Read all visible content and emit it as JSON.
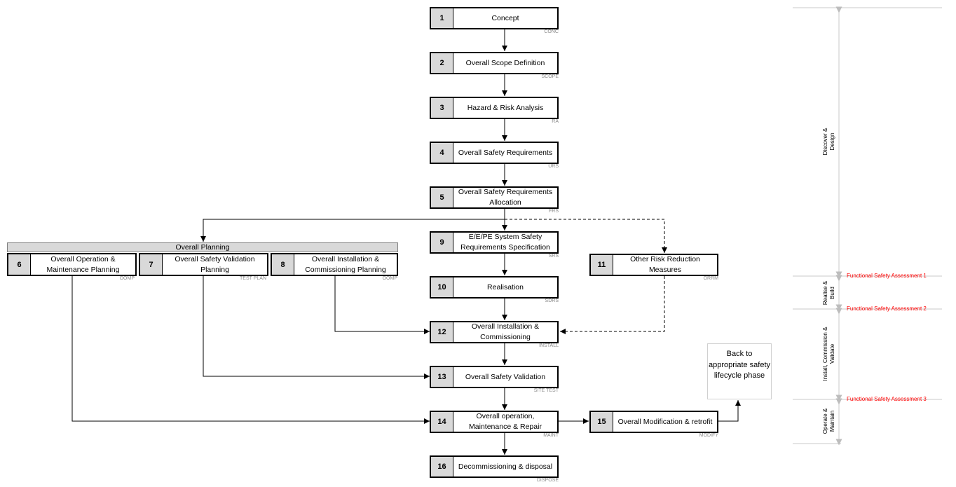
{
  "diagram": {
    "steps": [
      {
        "id": 1,
        "text": "Concept",
        "code": "CONC"
      },
      {
        "id": 2,
        "text": "Overall Scope Definition",
        "code": "SCOPE"
      },
      {
        "id": 3,
        "text": "Hazard & Risk Analysis",
        "code": "RA"
      },
      {
        "id": 4,
        "text": "Overall Safety Requirements",
        "code": "URS"
      },
      {
        "id": 5,
        "text": "Overall Safety Requirements Allocation",
        "code": "FRS"
      },
      {
        "id": 6,
        "text": "Overall Operation & Maintenance Planning",
        "code": "OOMP"
      },
      {
        "id": 7,
        "text": "Overall Safety Validation Planning",
        "code": "TEST PLAN"
      },
      {
        "id": 8,
        "text": "Overall Installation & Commissioning Planning",
        "code": "OOMP"
      },
      {
        "id": 9,
        "text": "E/E/PE System Safety Requirements Specification",
        "code": "SRS"
      },
      {
        "id": 10,
        "text": "Realisation",
        "code": "SDRS"
      },
      {
        "id": 11,
        "text": "Other Risk Reduction Measures",
        "code": "ORRM"
      },
      {
        "id": 12,
        "text": "Overall Installation & Commissioning",
        "code": "INSTALL"
      },
      {
        "id": 13,
        "text": "Overall Safety Validation",
        "code": "SITE TEST"
      },
      {
        "id": 14,
        "text": "Overall operation, Maintenance & Repair",
        "code": "MAINT"
      },
      {
        "id": 15,
        "text": "Overall Modification & retrofit",
        "code": "MODIFY"
      },
      {
        "id": 16,
        "text": "Decommissioning & disposal",
        "code": "DISPOSE"
      }
    ],
    "group_label": "Overall Planning",
    "back_note": "Back to appropriate safety lifecycle phase"
  },
  "timeline": {
    "phases": [
      "Discover & Design",
      "Realise & Build",
      "Install, Commission & Validate",
      "Operate & Maintain"
    ],
    "assessments": [
      "Functional Safety Assessment 1",
      "Functional Safety Assessment 2",
      "Functional Safety Assessment 3"
    ],
    "assessment_color": "#ff0000"
  },
  "colors": {
    "number_cell": "#d9d9d9",
    "code_text": "#8a8a8a",
    "timeline_line": "#c8c8c8"
  }
}
